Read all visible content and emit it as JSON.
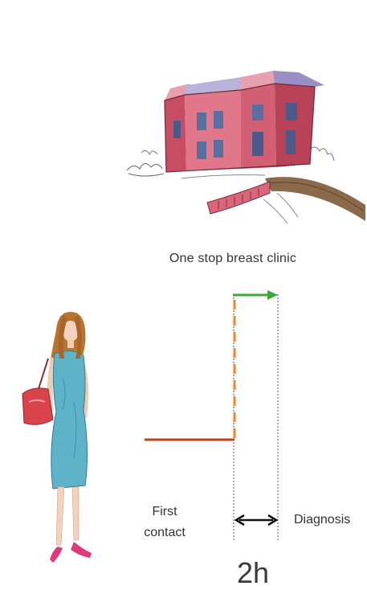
{
  "labels": {
    "clinic": "One stop breast clinic",
    "first_contact": "First\ncontact",
    "diagnosis": "Diagnosis",
    "duration": "2h"
  },
  "colors": {
    "first_contact_line": "#c2411c",
    "pathway_dashed": "#f0832a",
    "diagnosis_arrow": "#3aaa35",
    "duration_arrow": "#111111",
    "guide_lines": "#555555",
    "building_walls": "#d9667a",
    "building_roof": "#9a8fc4",
    "dress": "#5fb3c9",
    "hair": "#b8742e",
    "bag": "#d9434c",
    "shoes": "#e0397a"
  },
  "icons": {
    "clinic_building": "hospital-building-illustration",
    "patient": "woman-patient-illustration"
  }
}
